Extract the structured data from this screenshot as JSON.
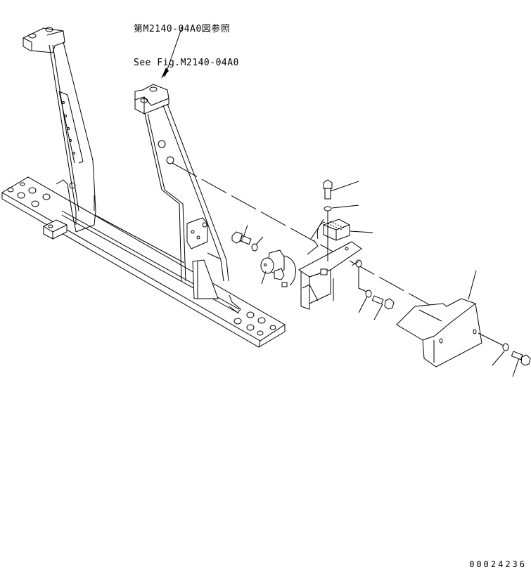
{
  "reference_note": {
    "line_ja": "第M2140-04A0図参照",
    "line_en": "See Fig.M2140-04A0"
  },
  "figure_id": "00024236",
  "components": [
    {
      "name": "frame-base",
      "label": ""
    },
    {
      "name": "rear-upright",
      "label": ""
    },
    {
      "name": "front-upright",
      "label": "See Fig.M2140-04A0"
    },
    {
      "name": "switch-bracket",
      "label": ""
    },
    {
      "name": "switch-assembly",
      "label": ""
    },
    {
      "name": "cover",
      "label": ""
    },
    {
      "name": "bolt",
      "label": ""
    },
    {
      "name": "washer",
      "label": ""
    }
  ]
}
